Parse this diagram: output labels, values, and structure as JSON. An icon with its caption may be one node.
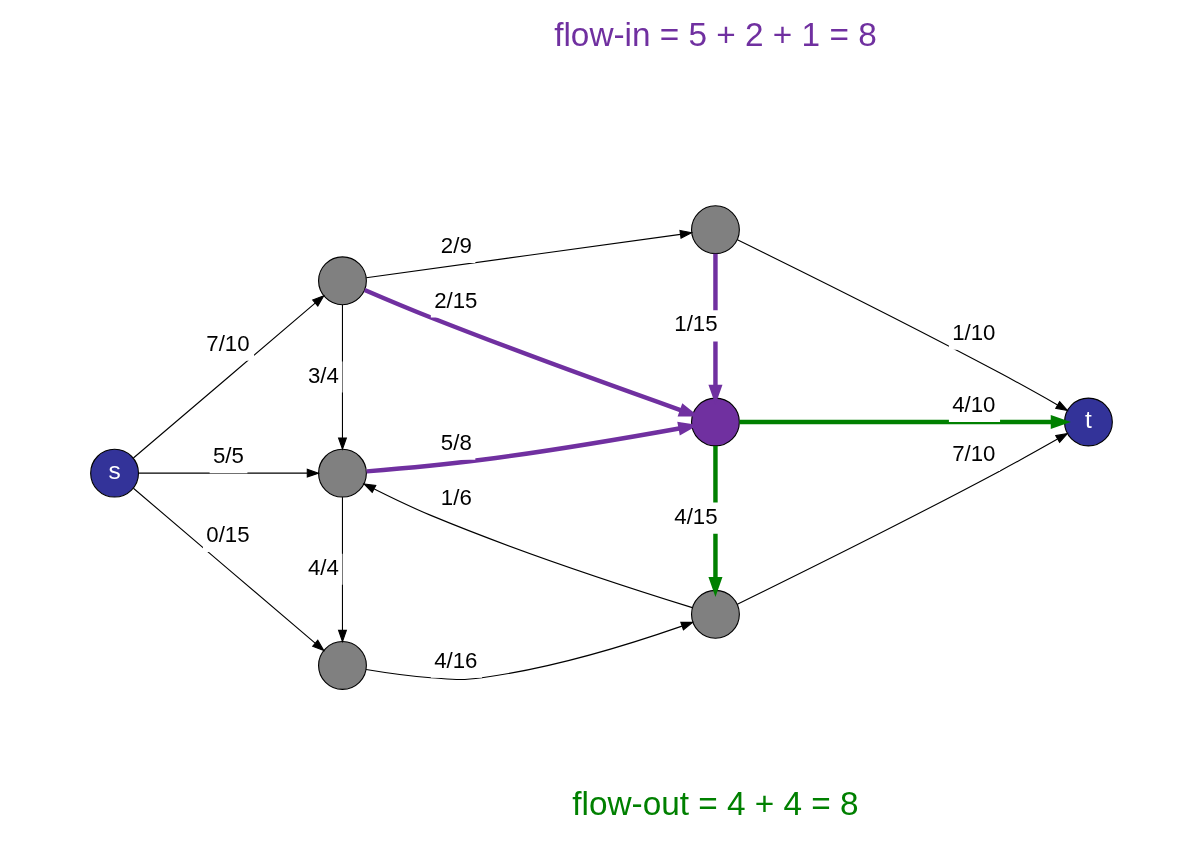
{
  "diagram": {
    "nodes": [
      {
        "text": [
          "s"
        ]
      },
      {
        "text": [],
        "shape": "circle"
      },
      {
        "text": [],
        "shape": "circle"
      },
      {
        "text": [],
        "shape": "circle"
      },
      {
        "text": [],
        "shape": "circle"
      },
      {
        "text": [],
        "shape": "circle"
      },
      {
        "text": [],
        "shape": "circle"
      },
      {
        "text": [
          "t"
        ]
      }
    ],
    "edges": [
      {
        "from": 0,
        "to": 1,
        "arrow": "to",
        "label": "7/10"
      },
      {
        "from": 0,
        "to": 3,
        "arrow": "to",
        "label": "5/5"
      },
      {
        "from": 0,
        "to": 5,
        "arrow": "to",
        "label": "0/15"
      },
      {
        "from": 1,
        "to": 2,
        "arrow": "to",
        "label": "2/9"
      },
      {
        "from": 1,
        "to": 3,
        "arrow": "to",
        "label": "3/4"
      },
      {
        "from": 1,
        "to": 4,
        "arrow": "to",
        "label": "2/15",
        "style": "thick",
        "color": "#7030a0"
      },
      {
        "from": 2,
        "to": 4,
        "arrow": "to",
        "label": "1/15",
        "style": "thick",
        "color": "#7030a0"
      },
      {
        "from": 2,
        "to": 7,
        "arrow": "to",
        "label": "1/10"
      },
      {
        "from": 3,
        "to": 4,
        "arrow": "to",
        "label": "5/8",
        "style": "thick",
        "color": "#7030a0"
      },
      {
        "from": 3,
        "to": 5,
        "arrow": "to",
        "label": "4/4"
      },
      {
        "from": 6,
        "to": 3,
        "arrow": "to",
        "label": "1/6"
      },
      {
        "from": 4,
        "to": 7,
        "arrow": "to",
        "label": "4/10",
        "style": "thick",
        "color": "#008000"
      },
      {
        "from": 4,
        "to": 6,
        "arrow": "to",
        "label": "4/15",
        "style": "thick",
        "color": "#008000"
      },
      {
        "from": 5,
        "to": 6,
        "arrow": "to",
        "label": "4/16"
      },
      {
        "from": 6,
        "to": 7,
        "arrow": "to",
        "label": "7/10"
      }
    ],
    "labels": [
      "flow-in = 5 + 2 + 1 = 8",
      "flow-out = 4 + 4 = 8"
    ]
  }
}
